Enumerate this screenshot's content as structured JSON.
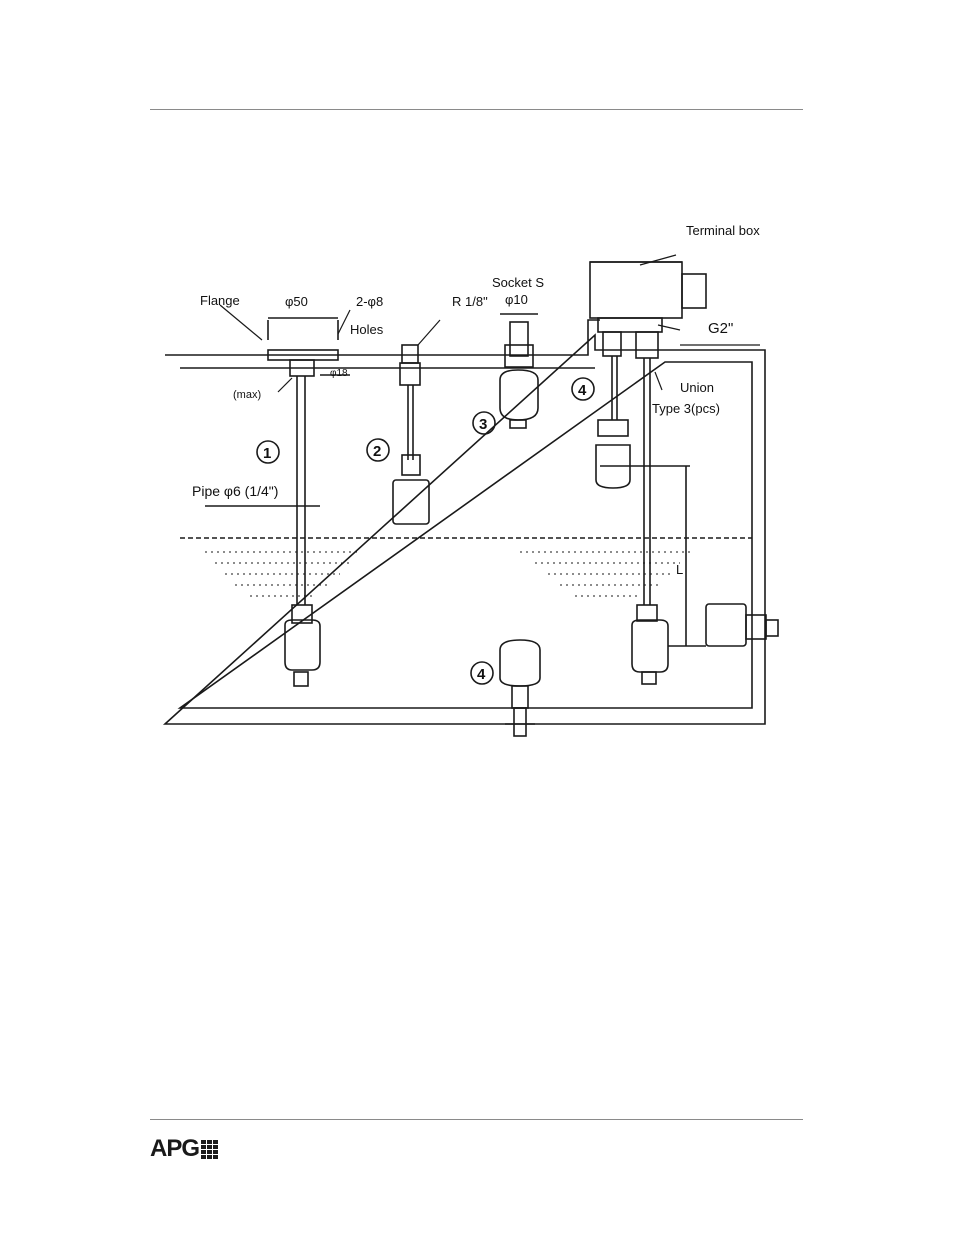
{
  "diagram": {
    "labels": {
      "flange": "Flange",
      "phi_dim": "φ50",
      "holes_count": "2-φ8",
      "holes": "Holes",
      "r_thread": "R 1/8\"",
      "socket": "Socket S",
      "socket_dim": "φ10",
      "terminal_box": "Terminal box",
      "g2": "G2\"",
      "union": "Union",
      "union_detail": "Type 3(pcs)",
      "pipe": "Pipe φ6 (1/4\")",
      "small": "(max)",
      "dim_small": "φ18",
      "level": "L"
    },
    "callouts": [
      "1",
      "2",
      "3",
      "4",
      "4"
    ]
  },
  "footer": {
    "logo_text": "APG"
  }
}
